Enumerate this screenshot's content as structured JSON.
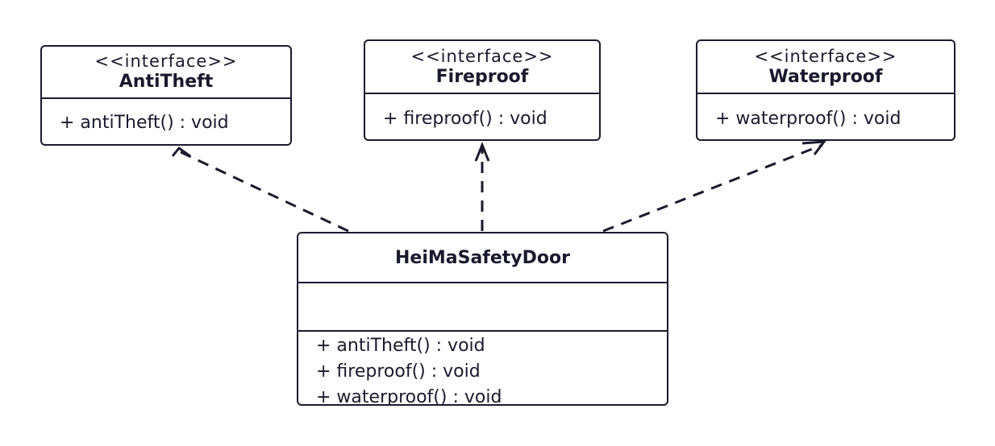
{
  "diagram": {
    "interfaces": [
      {
        "stereotype": "<<interface>>",
        "name": "AntiTheft",
        "operations": [
          "+ antiTheft() : void"
        ]
      },
      {
        "stereotype": "<<interface>>",
        "name": "Fireproof",
        "operations": [
          "+ fireproof() : void"
        ]
      },
      {
        "stereotype": "<<interface>>",
        "name": "Waterproof",
        "operations": [
          "+ waterproof() : void"
        ]
      }
    ],
    "implementation": {
      "name": "HeiMaSafetyDoor",
      "attributes": [],
      "operations": [
        "+ antiTheft() : void",
        "+ fireproof() : void",
        "+ waterproof() : void"
      ]
    },
    "relationships": [
      {
        "from": "HeiMaSafetyDoor",
        "to": "AntiTheft",
        "type": "realization"
      },
      {
        "from": "HeiMaSafetyDoor",
        "to": "Fireproof",
        "type": "realization"
      },
      {
        "from": "HeiMaSafetyDoor",
        "to": "Waterproof",
        "type": "realization"
      }
    ],
    "colors": {
      "line": "#1a1a2e",
      "background": "#ffffff"
    }
  }
}
